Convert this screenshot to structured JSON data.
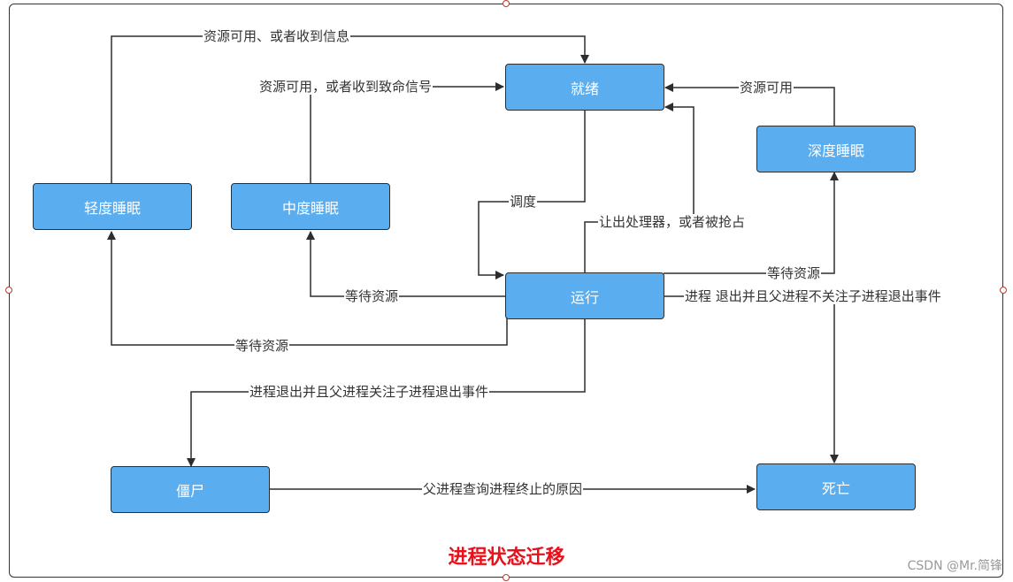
{
  "title": "进程状态迁移",
  "watermark": "CSDN @Mr.简锋",
  "colors": {
    "node_fill": "#5aaef0",
    "node_border": "#2d2d2d",
    "edge": "#2d2d2d",
    "title": "#e8101a"
  },
  "nodes": {
    "ready": "就绪",
    "deep_sleep": "深度睡眠",
    "light_sleep": "轻度睡眠",
    "medium_sleep": "中度睡眠",
    "running": "运行",
    "zombie": "僵尸",
    "dead": "死亡"
  },
  "edges": {
    "light_to_ready": "资源可用、或者收到信息",
    "medium_to_ready": "资源可用，或者收到致命信号",
    "deep_to_ready": "资源可用",
    "schedule": "调度",
    "yield": "让出处理器，或者被抢占",
    "wait_deep": "等待资源",
    "wait_medium": "等待资源",
    "wait_light": "等待资源",
    "exit_no_watch": "进程 退出并且父进程不关注子进程退出事件",
    "exit_watch": "进程退出并且父进程关注子进程退出事件",
    "zombie_to_dead": "父进程查询进程终止的原因"
  }
}
